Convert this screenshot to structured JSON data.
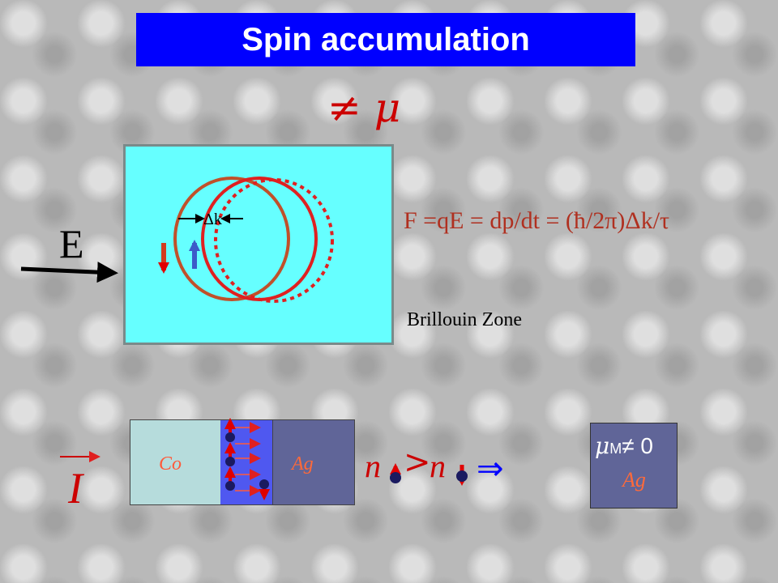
{
  "title": "Spin accumulation",
  "header_symbol": "≠ μ",
  "field_label": "E",
  "delta_k_label": "Δk",
  "formula": "F =qE = dp/dt = (ħ/2π)Δk/τ",
  "zone_label": "Brillouin Zone",
  "layers": {
    "left_label": "Co",
    "right_label": "Ag"
  },
  "inequality": {
    "lhs": "n",
    "op": ">",
    "rhs": "n"
  },
  "implies_symbol": "⇒",
  "current_label": "I",
  "result_box": {
    "mu_symbol": "μ",
    "mu_subscript": "M",
    "condition": "≠ 0",
    "label": "Ag"
  },
  "colors": {
    "title_bg": "#0000ff",
    "panel_bg": "#66ffff",
    "circle_left": "#c0502a",
    "circle_right": "#e02020",
    "spin_down": "#d23c1e",
    "spin_up": "#3c5ac8",
    "ag_fill": "#606598",
    "co_fill": "#b6dcdc"
  }
}
